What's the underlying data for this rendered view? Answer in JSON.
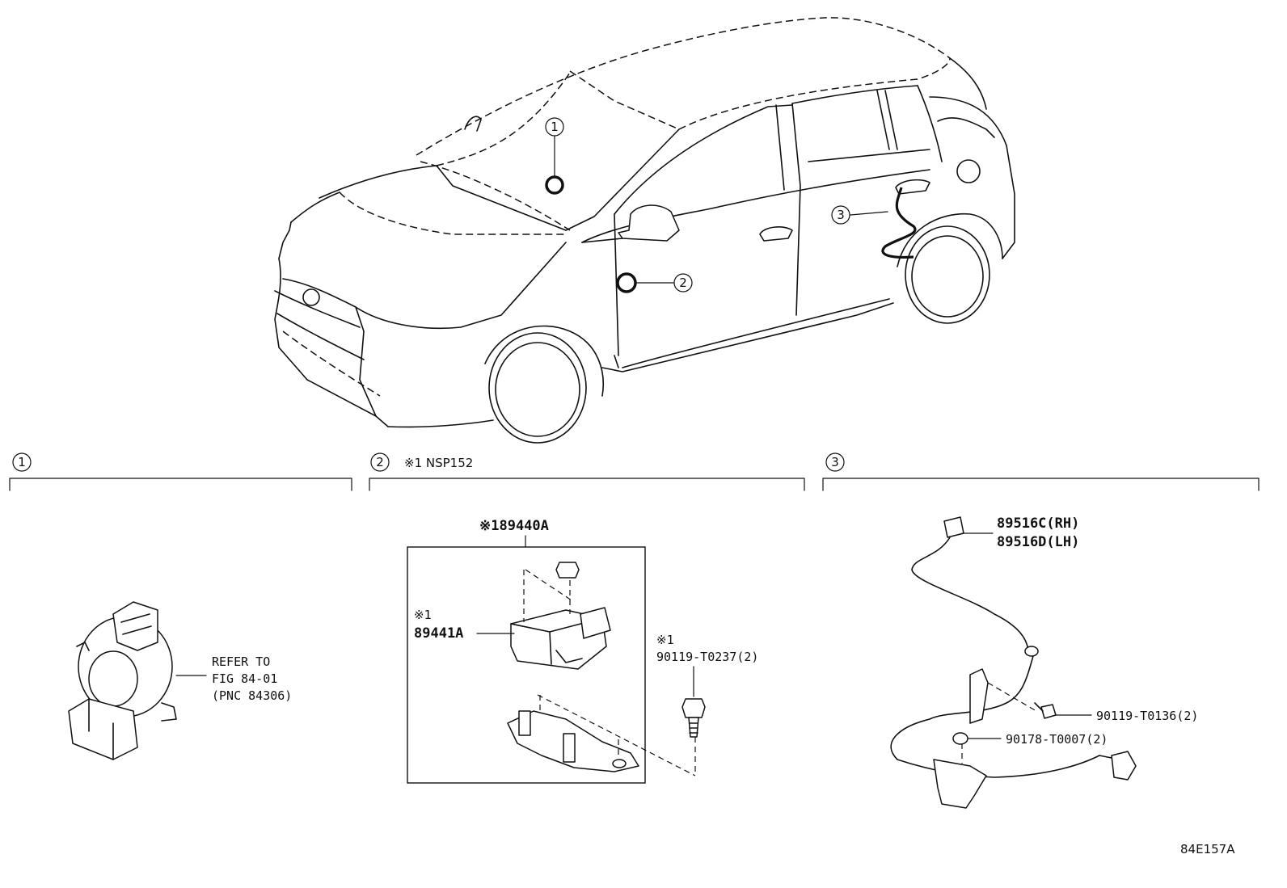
{
  "callouts": [
    "1",
    "2",
    "3"
  ],
  "sections": [
    {
      "number": "1",
      "note": ""
    },
    {
      "number": "2",
      "note": "※1 NSP152"
    },
    {
      "number": "3",
      "note": ""
    }
  ],
  "section1": {
    "refer_line1": "REFER TO",
    "refer_line2": "FIG 84-01",
    "refer_line3": "(PNC 84306)"
  },
  "section2": {
    "assembly_label": "※189440A",
    "sensor_mark": "※1",
    "sensor_part": "89441A",
    "bolt_mark": "※1",
    "bolt_part": "90119-T0237(2)"
  },
  "section3": {
    "sensor_rh": "89516C(RH)",
    "sensor_lh": "89516D(LH)",
    "bolt_part": "90119-T0136(2)",
    "clip_part": "90178-T0007(2)"
  },
  "figure_code": "84E157A"
}
